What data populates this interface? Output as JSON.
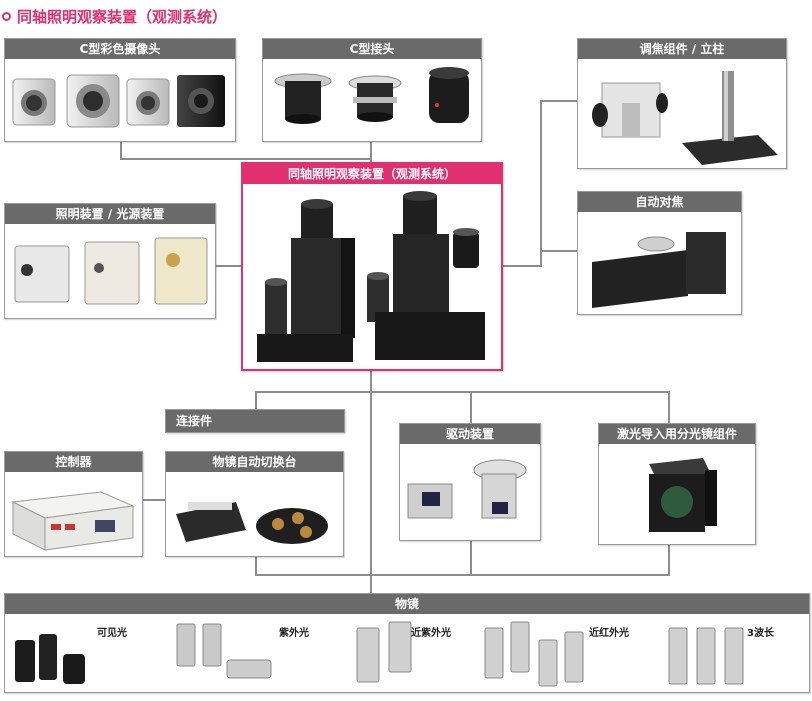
{
  "page_title": "同轴照明观察装置（观测系统）",
  "boxes": {
    "c_camera": "C型彩色摄像头",
    "c_mount": "C型接头",
    "focus": "调焦组件 / 立柱",
    "center": "同轴照明观察装置（观测系统）",
    "lighting": "照明装置 / 光源装置",
    "autofocus": "自动对焦",
    "connector": "连接件",
    "controller": "控制器",
    "revolver": "物镜自动切换台",
    "drive": "驱动装置",
    "laser": "激光导入用分光镜组件",
    "objectives": "物镜"
  },
  "objective_types": [
    "可见光",
    "紫外光",
    "近紫外光",
    "近红外光",
    "3波长"
  ],
  "colors": {
    "accent": "#e0306f",
    "header": "#6a6a6a",
    "line": "#8c8c8c"
  }
}
